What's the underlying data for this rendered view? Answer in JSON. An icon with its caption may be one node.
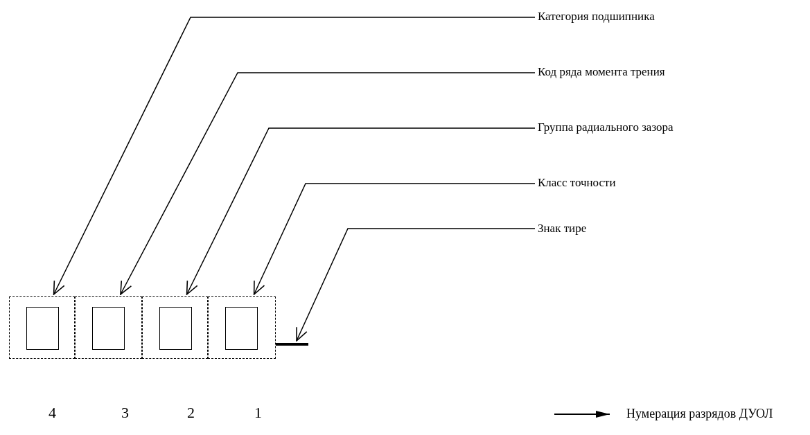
{
  "diagram": {
    "nodes": [
      {
        "text": [
          "Категория подшипника"
        ]
      },
      {
        "text": [
          "Код ряда момента трения"
        ]
      },
      {
        "text": [
          "Группа радиального зазора"
        ]
      },
      {
        "text": [
          "Класс точности"
        ]
      },
      {
        "text": [
          "Знак тире"
        ]
      },
      {
        "text": [],
        "shape": "box"
      },
      {
        "text": [],
        "shape": "box"
      },
      {
        "text": [],
        "shape": "box"
      },
      {
        "text": [],
        "shape": "box"
      },
      {
        "text": [],
        "shape": "box",
        "in": 5
      },
      {
        "text": [],
        "shape": "box",
        "in": 6
      },
      {
        "text": [],
        "shape": "box",
        "in": 7
      },
      {
        "text": [],
        "shape": "box",
        "in": 8
      },
      {
        "text": [],
        "shape": "bar"
      }
    ],
    "edges": [
      {
        "from": 0,
        "to": 5,
        "arrow": "to"
      },
      {
        "from": 1,
        "to": 6,
        "arrow": "to"
      },
      {
        "from": 2,
        "to": 7,
        "arrow": "to"
      },
      {
        "from": 3,
        "to": 8,
        "arrow": "to"
      },
      {
        "from": 4,
        "to": 13,
        "arrow": "to"
      }
    ],
    "labels": [
      "4",
      "3",
      "2",
      "1"
    ],
    "legend": [
      {
        "text": "Нумерация разрядов ДУОЛ"
      }
    ]
  }
}
